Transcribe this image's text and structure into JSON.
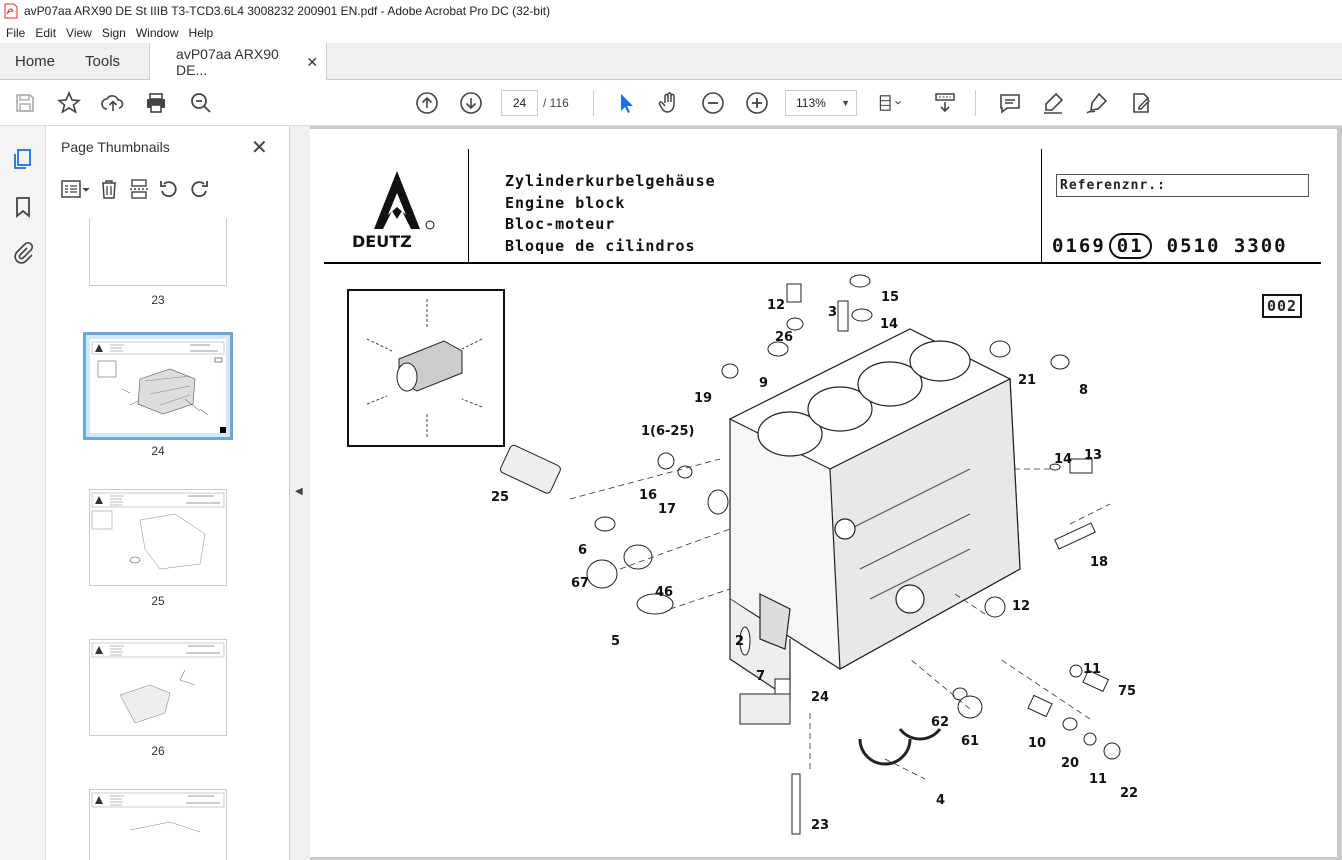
{
  "window": {
    "title": "avP07aa ARX90 DE St IIIB T3-TCD3.6L4 3008232 200901 EN.pdf - Adobe Acrobat Pro DC (32-bit)"
  },
  "menu": [
    "File",
    "Edit",
    "View",
    "Sign",
    "Window",
    "Help"
  ],
  "tabs": {
    "home": "Home",
    "tools": "Tools",
    "doc": "avP07aa ARX90 DE..."
  },
  "nav": {
    "current_page": "24",
    "total_pages": "/ 116",
    "zoom": "113%"
  },
  "panel": {
    "title": "Page Thumbnails"
  },
  "thumbnails": [
    {
      "label": "23"
    },
    {
      "label": "24"
    },
    {
      "label": "25"
    },
    {
      "label": "26"
    }
  ],
  "doc": {
    "titles": [
      "Zylinderkurbelgehäuse",
      "Engine block",
      "Bloc-moteur",
      "Bloque de cilindros"
    ],
    "logo_text": "DEUTZ",
    "ref_label": "Referenznr.:",
    "ref_number_a": "0169",
    "ref_number_b": "01",
    "ref_number_c": "0510 3300",
    "sheet": "002",
    "parts": [
      "12",
      "15",
      "3",
      "14",
      "26",
      "21",
      "8",
      "19",
      "9",
      "1(6-25)",
      "14",
      "13",
      "25",
      "16",
      "17",
      "6",
      "18",
      "67",
      "46",
      "12",
      "5",
      "2",
      "7",
      "24",
      "11",
      "75",
      "62",
      "61",
      "10",
      "20",
      "11",
      "22",
      "4",
      "23"
    ]
  }
}
